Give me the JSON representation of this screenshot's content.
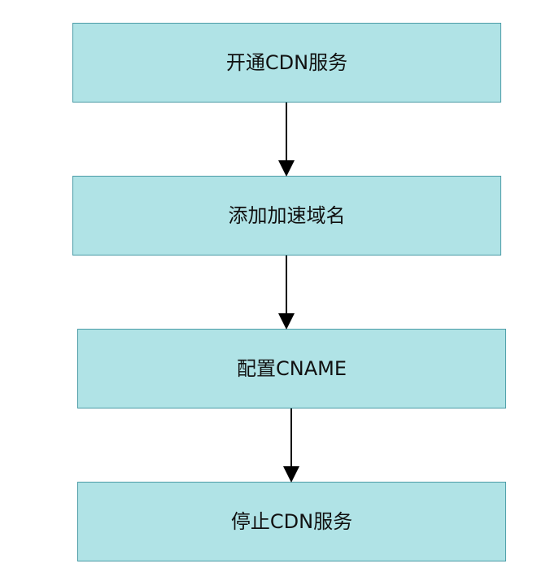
{
  "colors": {
    "box_fill": "#b0e3e6",
    "box_border": "#4a9ba6",
    "arrow": "#000000",
    "text": "#111111",
    "background": "#ffffff"
  },
  "flowchart": {
    "steps": [
      {
        "label": "开通CDN服务"
      },
      {
        "label": "添加加速域名"
      },
      {
        "label": "配置CNAME"
      },
      {
        "label": "停止CDN服务"
      }
    ]
  }
}
